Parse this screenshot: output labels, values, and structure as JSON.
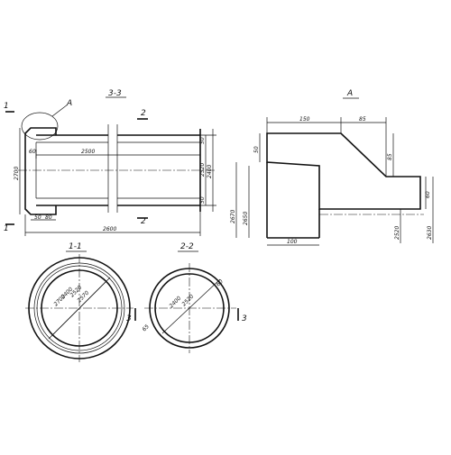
{
  "views": {
    "section_33": {
      "title": "3-3"
    },
    "detail_a": {
      "title": "A"
    },
    "section_11": {
      "title": "1-1"
    },
    "section_22": {
      "title": "2-2"
    }
  },
  "markers": {
    "a_callout": "A",
    "cut_1_top": "1",
    "cut_1_bot": "1",
    "cut_2_top": "2",
    "cut_2_bot": "2",
    "cut_3_left": "3",
    "cut_3_right": "3"
  },
  "dims": {
    "d_2500": "2500",
    "d_2600": "2600",
    "d_2700": "2700",
    "d_2400": "2400",
    "d_2520": "2520",
    "d_50_top": "50",
    "d_50_bot": "50",
    "d_80_bot": "80",
    "d_60_left": "60",
    "d_50_small": "50",
    "a_150": "150",
    "a_85_top": "85",
    "a_85_side": "85",
    "a_50": "50",
    "a_60": "60",
    "a_2670": "2670",
    "a_2650": "2650",
    "a_2520": "2520",
    "a_2630": "2630",
    "a_100": "100",
    "c1_2400": "2400",
    "c1_2520": "2520",
    "c1_2570": "2570",
    "c1_2700": "2700",
    "c2_2400": "2400",
    "c2_2520": "2520",
    "c2_60": "60",
    "c2_65": "65"
  }
}
